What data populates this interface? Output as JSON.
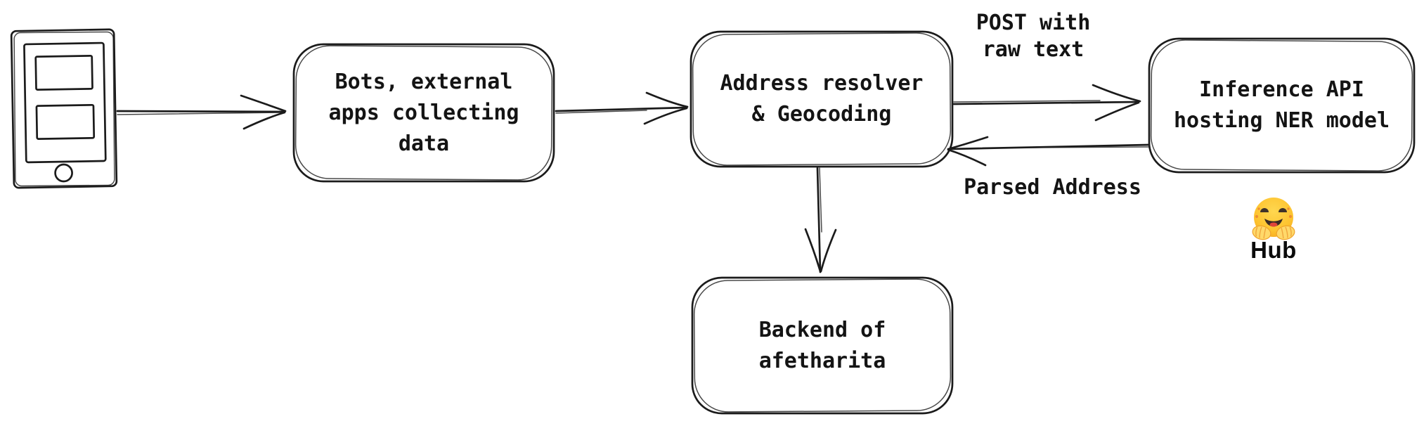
{
  "diagram": {
    "nodes": [
      {
        "id": "bots",
        "label": "Bots, external\napps collecting\ndata"
      },
      {
        "id": "resolver",
        "label": "Address resolver\n& Geocoding"
      },
      {
        "id": "inference",
        "label": "Inference API\nhosting NER model"
      },
      {
        "id": "backend",
        "label": "Backend of\nafetharita"
      }
    ],
    "edges": [
      {
        "from": "mobile-phone",
        "to": "bots",
        "label": ""
      },
      {
        "from": "bots",
        "to": "resolver",
        "label": ""
      },
      {
        "from": "resolver",
        "to": "inference",
        "label": "POST with\nraw text"
      },
      {
        "from": "inference",
        "to": "resolver",
        "label": "Parsed Address"
      },
      {
        "from": "resolver",
        "to": "backend",
        "label": ""
      }
    ],
    "hub": {
      "label": "Hub"
    },
    "icons": {
      "phone": "mobile-phone-icon",
      "hugging_face": "hugging-face-emoji-icon"
    },
    "colors": {
      "stroke": "#1b1b1b",
      "phone_body": "#d2d6dc",
      "hatch_orange": "#f2a63c",
      "emoji_yellow": "#ffc83d",
      "text": "#141414"
    }
  }
}
